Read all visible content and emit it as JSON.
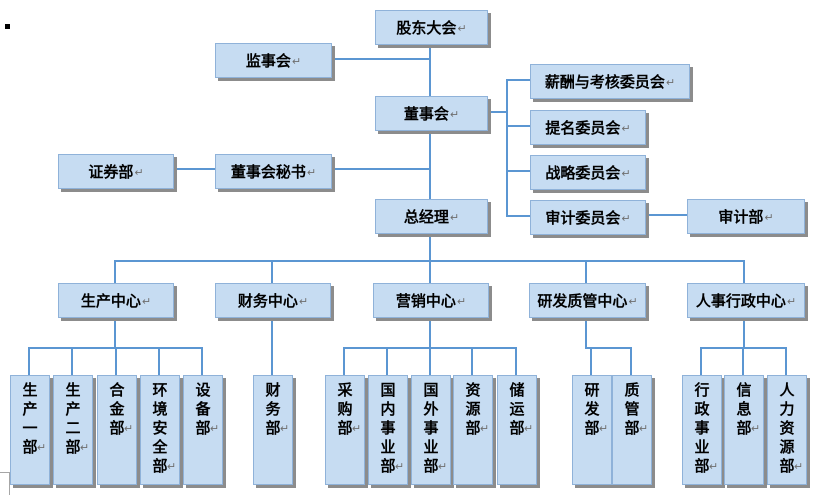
{
  "paragraph_mark": "↵",
  "anchor_marker": "",
  "colors": {
    "page_background": "#ffffff",
    "box_fill": "#c6dcf2",
    "box_border": "#8fb2d9",
    "box_shadow": "#8c8c8c",
    "connector_line": "#5b96d2",
    "text": "#000000",
    "paragraph_mark": "#6e6e6e",
    "canvas_edge_line": "#a6a6a6",
    "anchor_marker": "#000000"
  },
  "org": {
    "shareholders_meeting": {
      "label": "股东大会"
    },
    "supervisory_board": {
      "label": "监事会"
    },
    "board_of_directors": {
      "label": "董事会"
    },
    "committees": [
      {
        "label": "薪酬与考核委员会"
      },
      {
        "label": "提名委员会"
      },
      {
        "label": "战略委员会"
      },
      {
        "label": "审计委员会"
      }
    ],
    "audit_department": {
      "label": "审计部"
    },
    "securities_department": {
      "label": "证券部"
    },
    "board_secretary": {
      "label": "董事会秘书"
    },
    "general_manager": {
      "label": "总经理"
    },
    "centers": [
      {
        "label": "生产中心",
        "departments": [
          "生产一部",
          "生产二部",
          "合金部",
          "环境安全部",
          "设备部"
        ]
      },
      {
        "label": "财务中心",
        "departments": [
          "财务部"
        ]
      },
      {
        "label": "营销中心",
        "departments": [
          "采购部",
          "国内事业部",
          "国外事业部",
          "资源部",
          "储运部"
        ]
      },
      {
        "label": "研发质管中心",
        "departments": [
          "研发部",
          "质管部"
        ]
      },
      {
        "label": "人事行政中心",
        "departments": [
          "行政事业部",
          "信息部",
          "人力资源部"
        ]
      }
    ]
  }
}
